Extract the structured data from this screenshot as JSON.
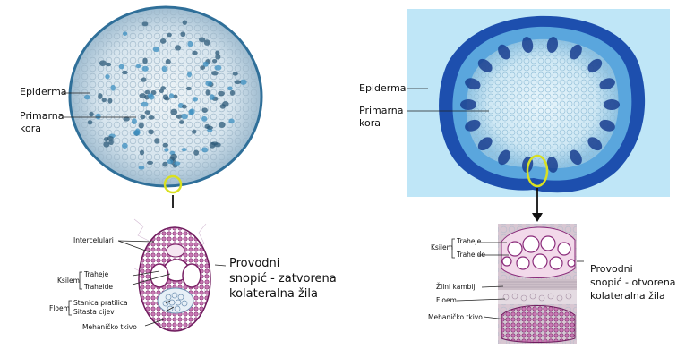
{
  "left_panel": {
    "labels": {
      "epiderma": "Epiderma",
      "primarna_kora": [
        "Primarna",
        "kora"
      ]
    },
    "bundle_labels": {
      "intercelulari": "Intercelulari",
      "ksilem": "Ksilem",
      "traheje": "Traheje",
      "traheide": "Traheide",
      "floem": "Floem",
      "stanica_pratilica": "Stanica pratilica",
      "sitasta_cijev": "Sitasta cijev",
      "mehanicko_tkivo": "Mehaničko tkivo"
    },
    "caption": [
      "Provodni",
      "snopić - zatvorena",
      "kolateralna žila"
    ]
  },
  "right_panel": {
    "labels": {
      "epiderma": "Epiderma",
      "primarna_kora": [
        "Primarna",
        "kora"
      ]
    },
    "bundle_labels": {
      "ksilem": "Ksilem",
      "traheje": "Traheje",
      "traheide": "Traheide",
      "zilni_kambij": "Žilni kambij",
      "floem": "Floem",
      "mehanicko_tkivo": "Mehaničko tkivo"
    },
    "caption": [
      "Provodni",
      "snopić - otvorena",
      "kolateralna žila"
    ]
  },
  "colors": {
    "highlight_circle": "#d9e021",
    "arrow": "#111111",
    "left_stem_fill": "#cfe0ea",
    "left_stem_edge": "#2f6f99",
    "right_bg": "#bfe6f7",
    "right_stem_fill": "#cfe8f4",
    "right_stem_ring": "#1d4fae",
    "bundle_purple": "#8a2b7a"
  }
}
